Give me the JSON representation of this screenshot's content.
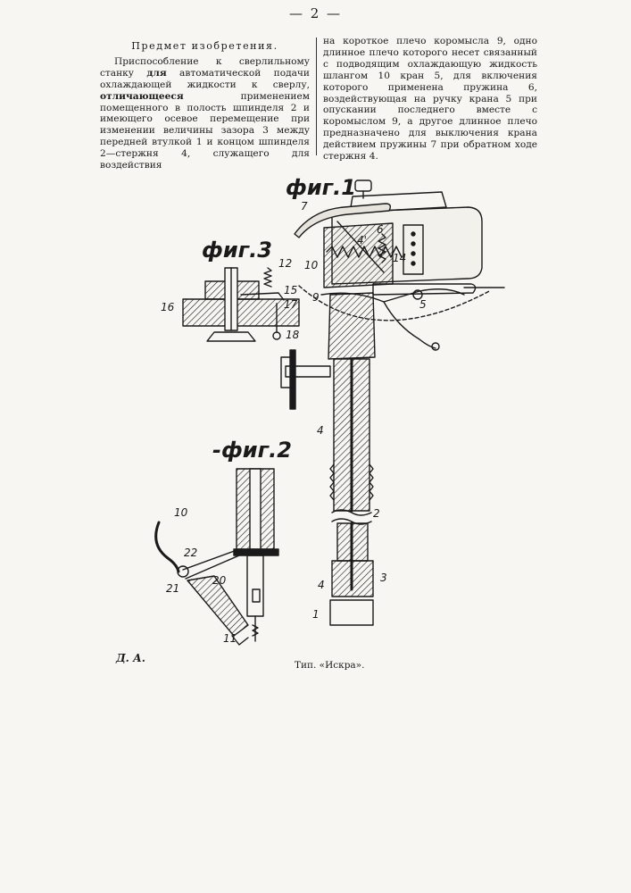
{
  "page_number": "— 2 —",
  "left_column": {
    "heading": "Предмет изобретения.",
    "text_part1": "Приспособление к сверлильному станку ",
    "text_bold1": "для",
    "text_part2": " автоматической подачи охлаждающей жидкости к сверлу, ",
    "text_bold2": "отличающееся",
    "text_part3": " применением помещенного в полость шпинделя 2 и имеющего осевое перемещение при изменении величины зазора 3 между передней втулкой 1 и концом шпинделя 2—стержня 4, служащего для воздействия"
  },
  "right_column": {
    "text": "на короткое плечо коромысла 9, одно длинное плечо которого несет связанный с подводящим охлаждающую жидкость шлангом 10 кран 5, для включения которого применена пружина 6, воздействующая на ручку крана 5 при опускании последнего вместе с коромыслом 9, а другое длинное плечо предназначено для выключения крана действием пружины 7 при обратном ходе стержня 4."
  },
  "figures": {
    "fig1": {
      "title": "фиг.1",
      "labels": [
        "7",
        "4'",
        "6",
        "14",
        "10",
        "9",
        "5",
        "4",
        "2",
        "3",
        "4",
        "1"
      ]
    },
    "fig2": {
      "title": "-фиг.2",
      "labels": [
        "10",
        "22",
        "21",
        "20",
        "11"
      ]
    },
    "fig3": {
      "title": "фиг.3",
      "labels": [
        "12",
        "15",
        "17",
        "16",
        "18"
      ]
    }
  },
  "footer": {
    "left": "Д. А.",
    "right": "Тип. «Искра»."
  }
}
